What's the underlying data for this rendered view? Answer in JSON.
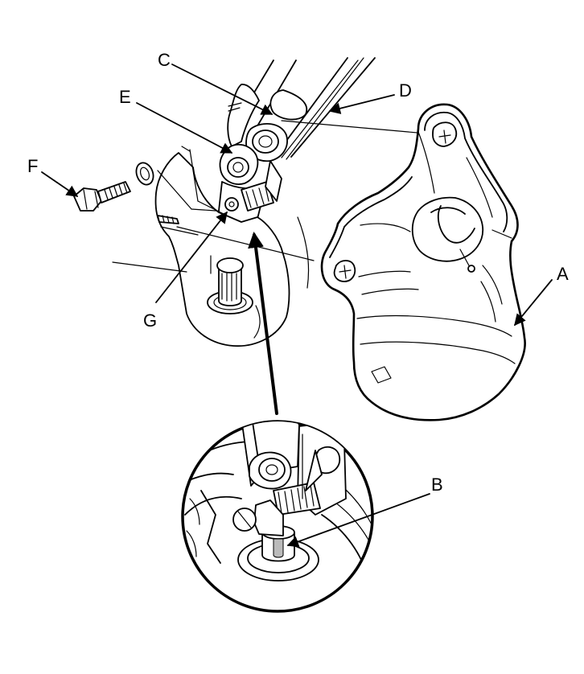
{
  "diagram": {
    "callouts": [
      {
        "id": "A",
        "label": "A"
      },
      {
        "id": "B",
        "label": "B"
      },
      {
        "id": "C",
        "label": "C"
      },
      {
        "id": "D",
        "label": "D"
      },
      {
        "id": "E",
        "label": "E"
      },
      {
        "id": "F",
        "label": "F"
      },
      {
        "id": "G",
        "label": "G"
      }
    ]
  },
  "colors": {
    "ink": "#000000",
    "paper": "#ffffff",
    "shade": "#bbbbbb"
  }
}
